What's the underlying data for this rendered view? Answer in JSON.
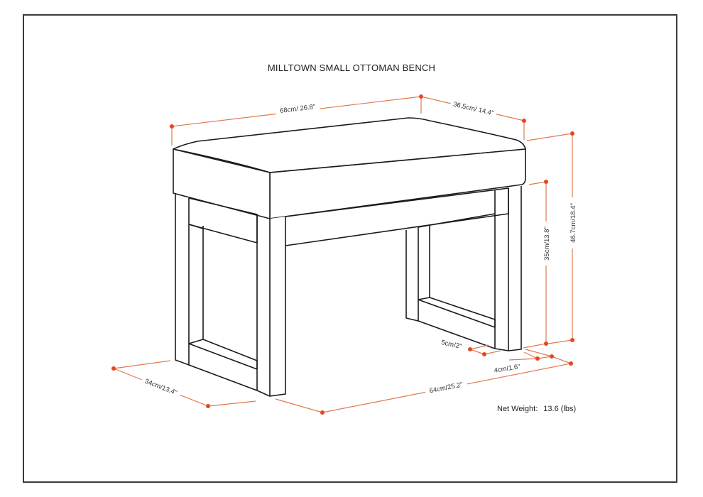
{
  "title": "MILLTOWN SMALL OTTOMAN BENCH",
  "colors": {
    "outline": "#1a1a1a",
    "dimension_line": "#e0784e",
    "dimension_dot": "#e8461a",
    "frame": "#3a3a3a",
    "background": "#ffffff"
  },
  "dimensions": {
    "top_width": "68cm/ 26.8\"",
    "top_depth": "36.5cm/ 14.4\"",
    "total_height": "46.7cm/18.4\"",
    "leg_height": "35cm/13.8\"",
    "leg_width": "5cm/2\"",
    "leg_depth": "4cm/1.6\"",
    "base_width": "64cm/25.2\"",
    "base_depth": "34cm/13.4\""
  },
  "net_weight": {
    "label": "Net Weight:",
    "value": "13.6 (lbs)"
  }
}
